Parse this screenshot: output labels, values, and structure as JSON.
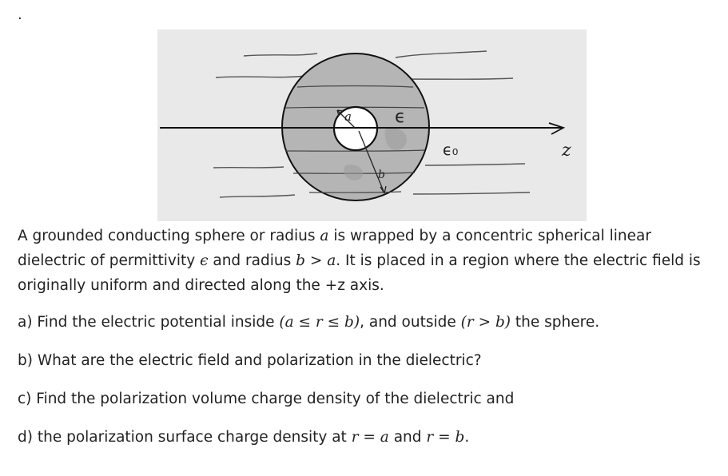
{
  "page": {
    "dot": "."
  },
  "figure": {
    "label_a": "a",
    "label_b": "b",
    "label_epsilon": "ϵ",
    "label_epsilon0": "ϵ₀",
    "label_z": "z"
  },
  "problem": {
    "intro": {
      "t1": "A grounded conducting sphere or radius ",
      "v1": "a",
      "t2": " is wrapped by a concentric spherical linear dielectric of permittivity ",
      "v2": "ϵ",
      "t3": " and radius ",
      "v3": "b > a",
      "t4": ". It is placed in a region where the electric field is originally uniform and directed along the +z axis."
    },
    "part_a": {
      "t1": "a) Find the electric potential inside ",
      "m1": "(a ≤ r ≤ b)",
      "t2": ", and outside ",
      "m2": "(r > b)",
      "t3": " the sphere."
    },
    "part_b": {
      "text": "b) What are the electric field and polarization in the dielectric?"
    },
    "part_c": {
      "text": "c) Find the polarization volume charge density of the dielectric and"
    },
    "part_d": {
      "t1": "d) the polarization surface charge density at ",
      "m1": "r = a",
      "t2": " and ",
      "m2": "r = b",
      "t3": "."
    }
  }
}
